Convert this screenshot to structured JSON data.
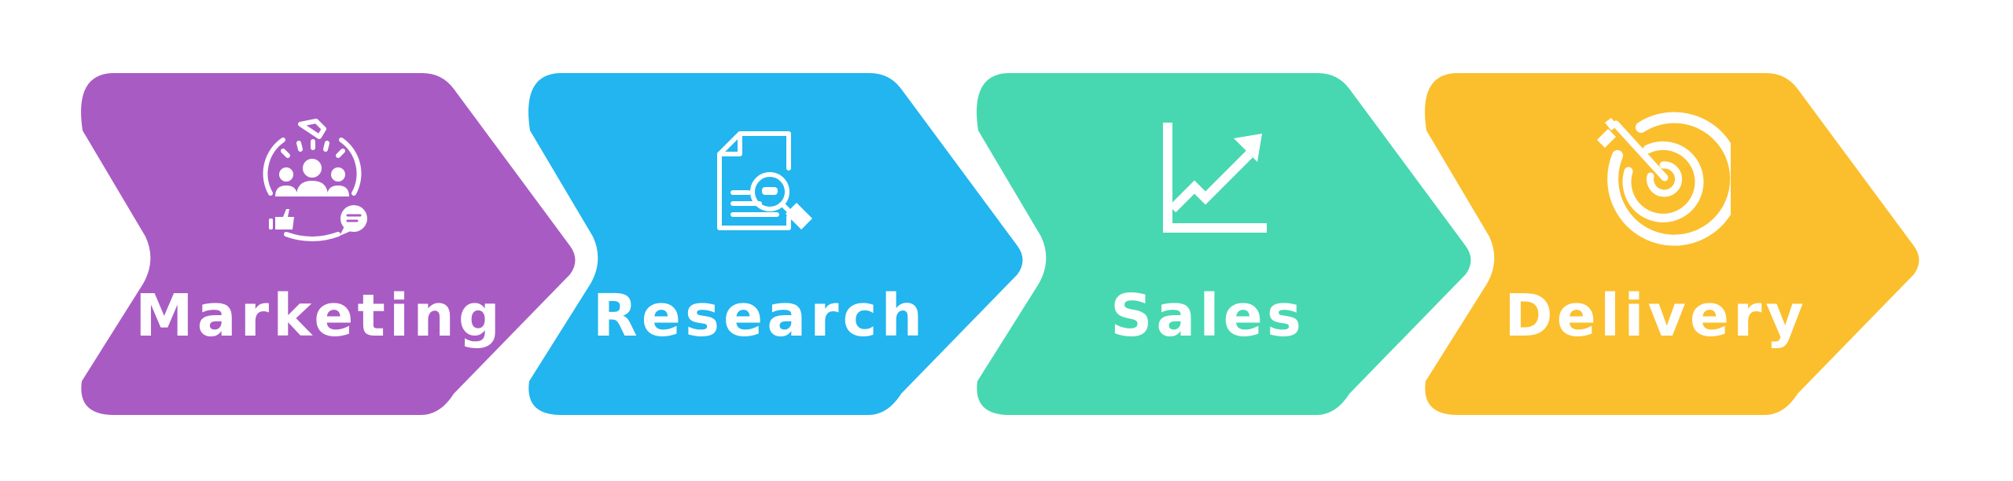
{
  "colors": {
    "marketing": "#A95BC4",
    "research": "#22B5EF",
    "sales": "#47D8B1",
    "delivery": "#FBBF2D",
    "icon": "#ffffff"
  },
  "steps": [
    {
      "label": "Marketing",
      "icon": "team-megaphone-icon"
    },
    {
      "label": "Research",
      "icon": "document-magnifier-icon"
    },
    {
      "label": "Sales",
      "icon": "growth-chart-icon"
    },
    {
      "label": "Delivery",
      "icon": "target-arrow-icon"
    }
  ]
}
